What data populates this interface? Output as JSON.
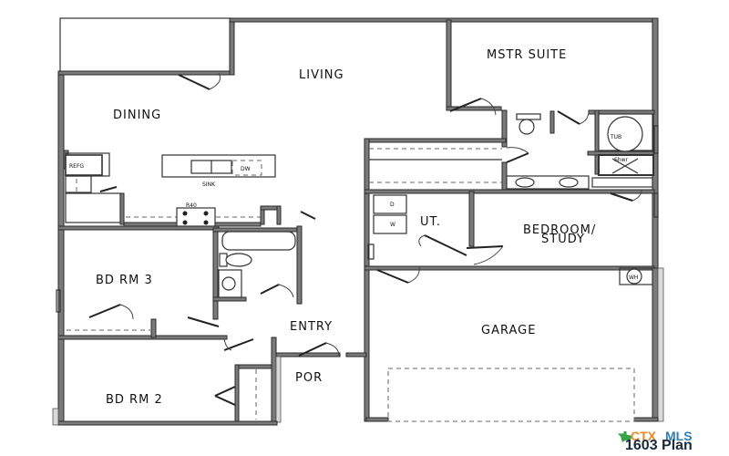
{
  "plan": {
    "title": "1603 Plan",
    "watermark": {
      "left": "CTX",
      "right": "MLS",
      "colors": {
        "ctx": "#e88a2a",
        "mls": "#2c7fb8",
        "texas": "#3aa24b"
      }
    }
  },
  "rooms": {
    "living": "LIVING",
    "dining": "DINING",
    "master_suite": "MSTR SUITE",
    "bedroom_study_line1": "BEDROOM/",
    "bedroom_study_line2": "STUDY",
    "utility": "UT.",
    "bedroom3": "BD RM 3",
    "bedroom2": "BD RM 2",
    "entry": "ENTRY",
    "porch": "POR",
    "garage": "GARAGE"
  },
  "fixtures": {
    "refrigerator": "REFG",
    "sink": "SINK",
    "dishwasher": "DW",
    "range": "R40",
    "tub": "TUB",
    "shower": "Shwr",
    "dryer": "D",
    "washer": "W",
    "water_heater": "WH"
  }
}
